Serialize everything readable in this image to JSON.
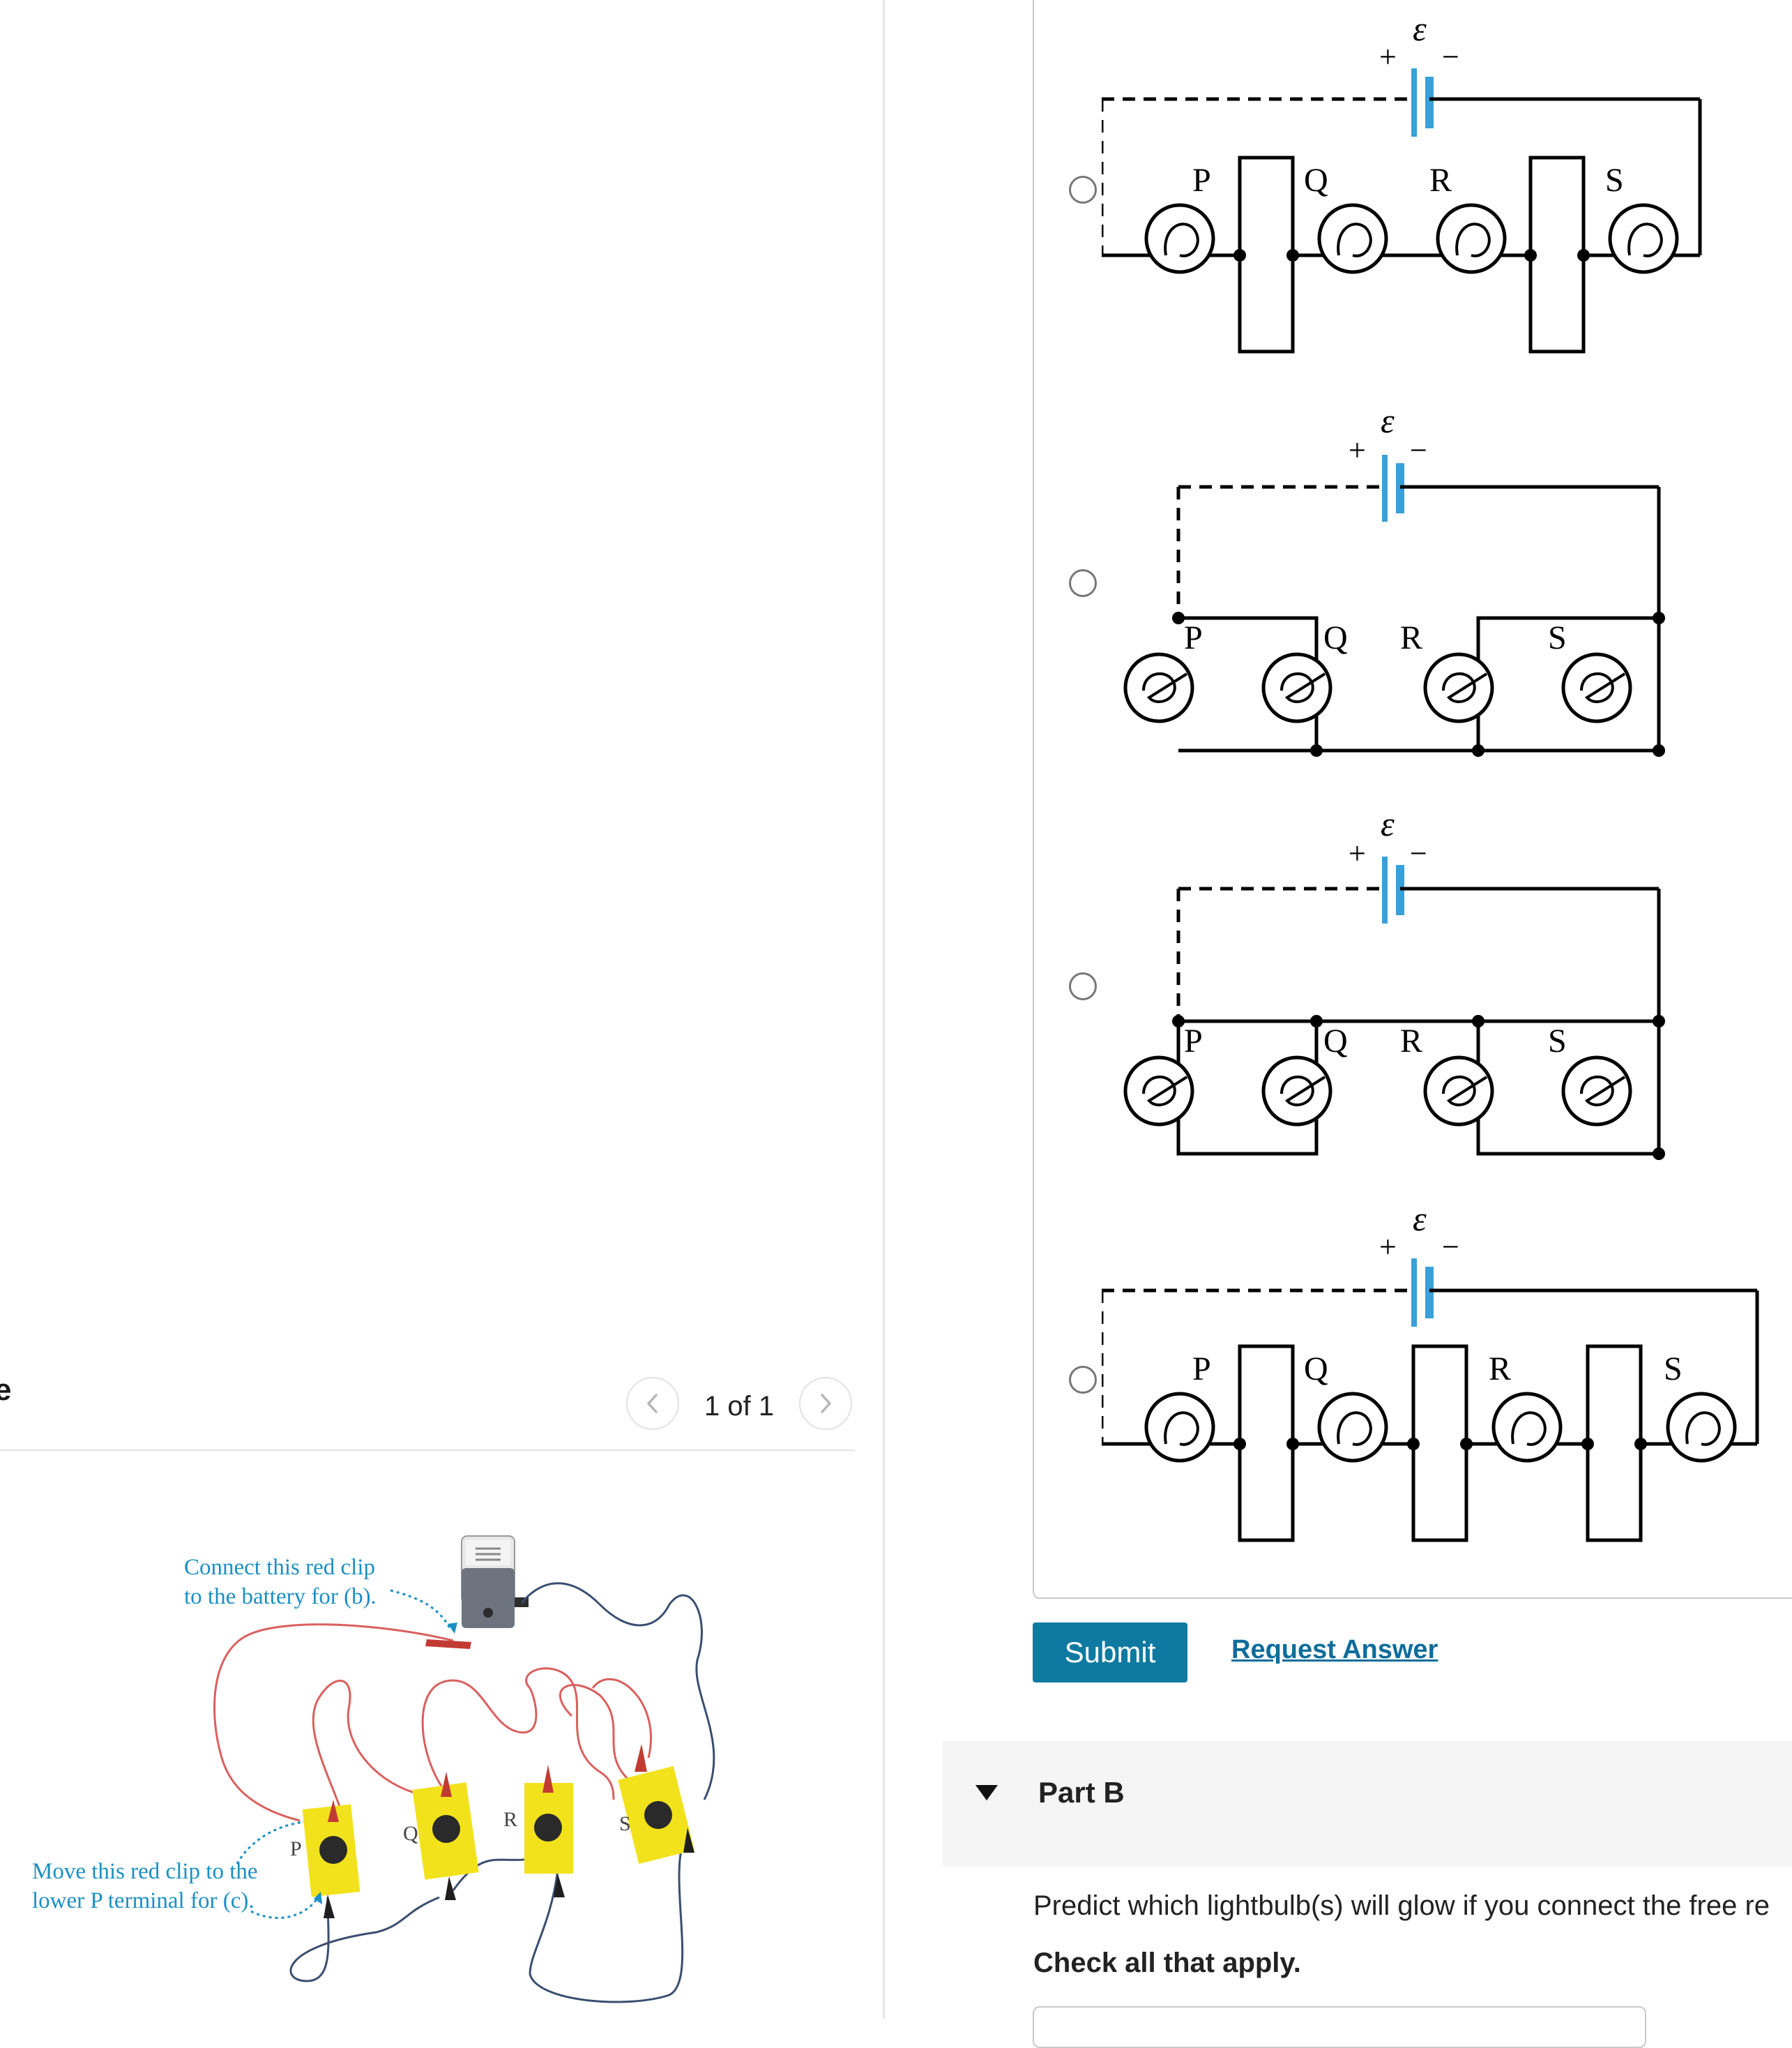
{
  "figure": {
    "heading": "e",
    "pagination": "1 of 1",
    "notes": {
      "battery_clip": [
        "Connect this red clip",
        "to the battery for (b)."
      ],
      "move_clip": [
        "Move this red clip to the",
        "lower P terminal for (c)."
      ]
    },
    "bulb_labels": [
      "P",
      "Q",
      "R",
      "S"
    ]
  },
  "part_a": {
    "choices": [
      {
        "emf": "ε",
        "plus": "+",
        "minus": "−",
        "labels": [
          "P",
          "Q",
          "R",
          "S"
        ]
      },
      {
        "emf": "ε",
        "plus": "+",
        "minus": "−",
        "labels": [
          "P",
          "Q",
          "R",
          "S"
        ]
      },
      {
        "emf": "ε",
        "plus": "+",
        "minus": "−",
        "labels": [
          "P",
          "Q",
          "R",
          "S"
        ]
      },
      {
        "emf": "ε",
        "plus": "+",
        "minus": "−",
        "labels": [
          "P",
          "Q",
          "R",
          "S"
        ]
      }
    ],
    "submit_label": "Submit",
    "request_answer_label": "Request Answer"
  },
  "part_b": {
    "title": "Part B",
    "question": "Predict which lightbulb(s) will glow if you connect the free re",
    "instruction": "Check all that apply."
  },
  "colors": {
    "accent": "#0e7aa1",
    "link": "#0e6d9c",
    "battery": "#3aa0d8",
    "wire_red": "#d9605e",
    "wire_blue": "#3b4e70",
    "bulb_base": "#f2e21c",
    "note": "#1a8fc4"
  }
}
